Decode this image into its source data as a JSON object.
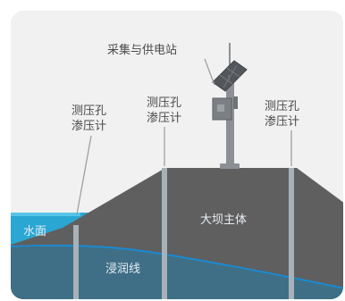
{
  "labels": {
    "station": "采集与供电站",
    "piezometer_1_line1": "测压孔",
    "piezometer_1_line2": "渗压计",
    "piezometer_2_line1": "测压孔",
    "piezometer_2_line2": "渗压计",
    "piezometer_3_line1": "测压孔",
    "piezometer_3_line2": "渗压计",
    "water_surface": "水面",
    "dam_body": "大坝主体",
    "seepage_line": "浸润线"
  },
  "colors": {
    "background": "#f1f1f1",
    "dam": "#5f5f5f",
    "water": "#2aa7d3",
    "seepage_fill": "#3f6f86",
    "seepage_line": "#1b8ad0",
    "pipe": "#a9b1b8",
    "pole": "#8c9094",
    "text": "#4a4a4a"
  }
}
